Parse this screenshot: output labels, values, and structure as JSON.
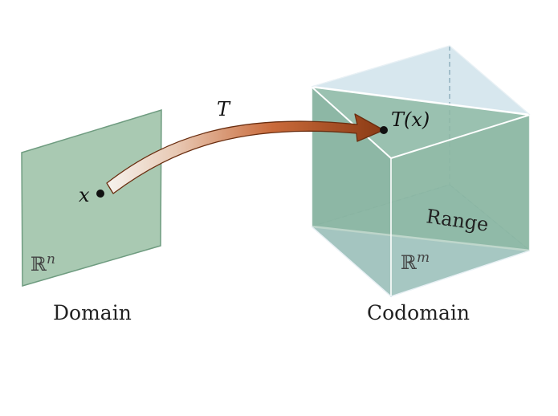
{
  "domain_plane": {
    "space_label": "ℝ",
    "space_exponent": "n",
    "caption": "Domain"
  },
  "point_x": {
    "label": "x"
  },
  "transform": {
    "label": "T"
  },
  "point_tx": {
    "label": "T(x)"
  },
  "codomain_box": {
    "space_label": "ℝ",
    "space_exponent": "m",
    "range_label": "Range",
    "caption": "Codomain"
  },
  "colors": {
    "plane_fill": "#a9c9b2",
    "plane_stroke": "#6f9c80",
    "range_fill": "#8fbaa5",
    "box_face_blue": "#cfe2ec",
    "arrow_start": "#f4f1ec",
    "arrow_end": "#8a3a14"
  }
}
